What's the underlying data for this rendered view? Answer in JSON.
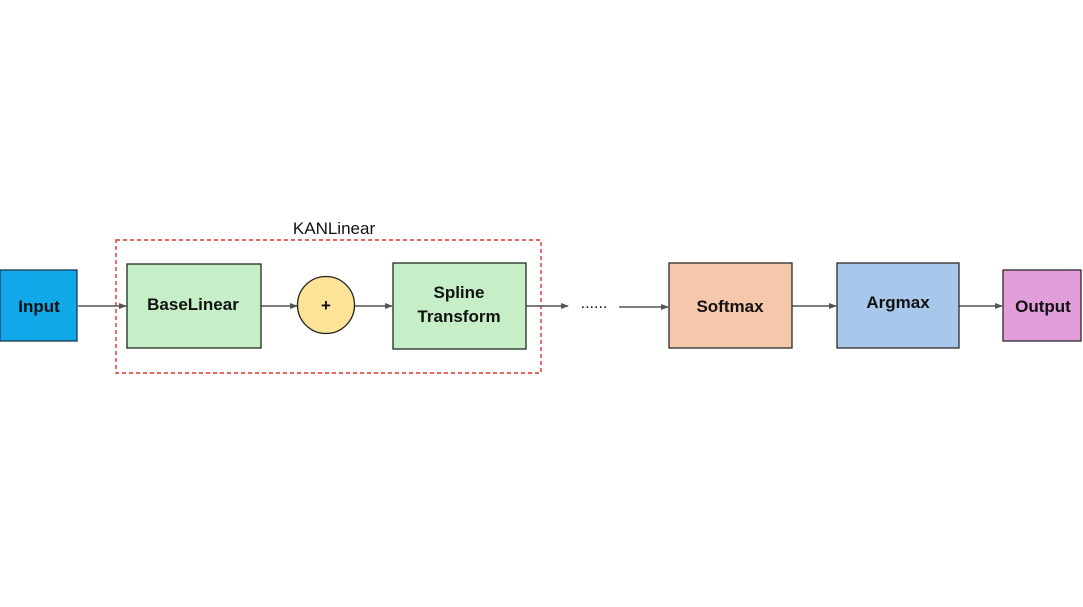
{
  "diagram": {
    "group": {
      "title": "KANLinear",
      "border_color": "#e0302a"
    },
    "nodes": {
      "input": {
        "label": "Input",
        "color": "#10a8e8"
      },
      "base_linear": {
        "label": "BaseLinear",
        "color": "#c6efc8"
      },
      "add": {
        "label": "+",
        "color": "#fde398"
      },
      "spline_transform": {
        "line1": "Spline",
        "line2": "Transform",
        "color": "#c6efc8"
      },
      "ellipsis": {
        "label": "......"
      },
      "softmax": {
        "label": "Softmax",
        "color": "#f6c8ab"
      },
      "argmax": {
        "label": "Argmax",
        "color": "#a7c8ea"
      },
      "output": {
        "label": "Output",
        "color": "#e29ddb"
      }
    },
    "edge_color": "#555555"
  }
}
